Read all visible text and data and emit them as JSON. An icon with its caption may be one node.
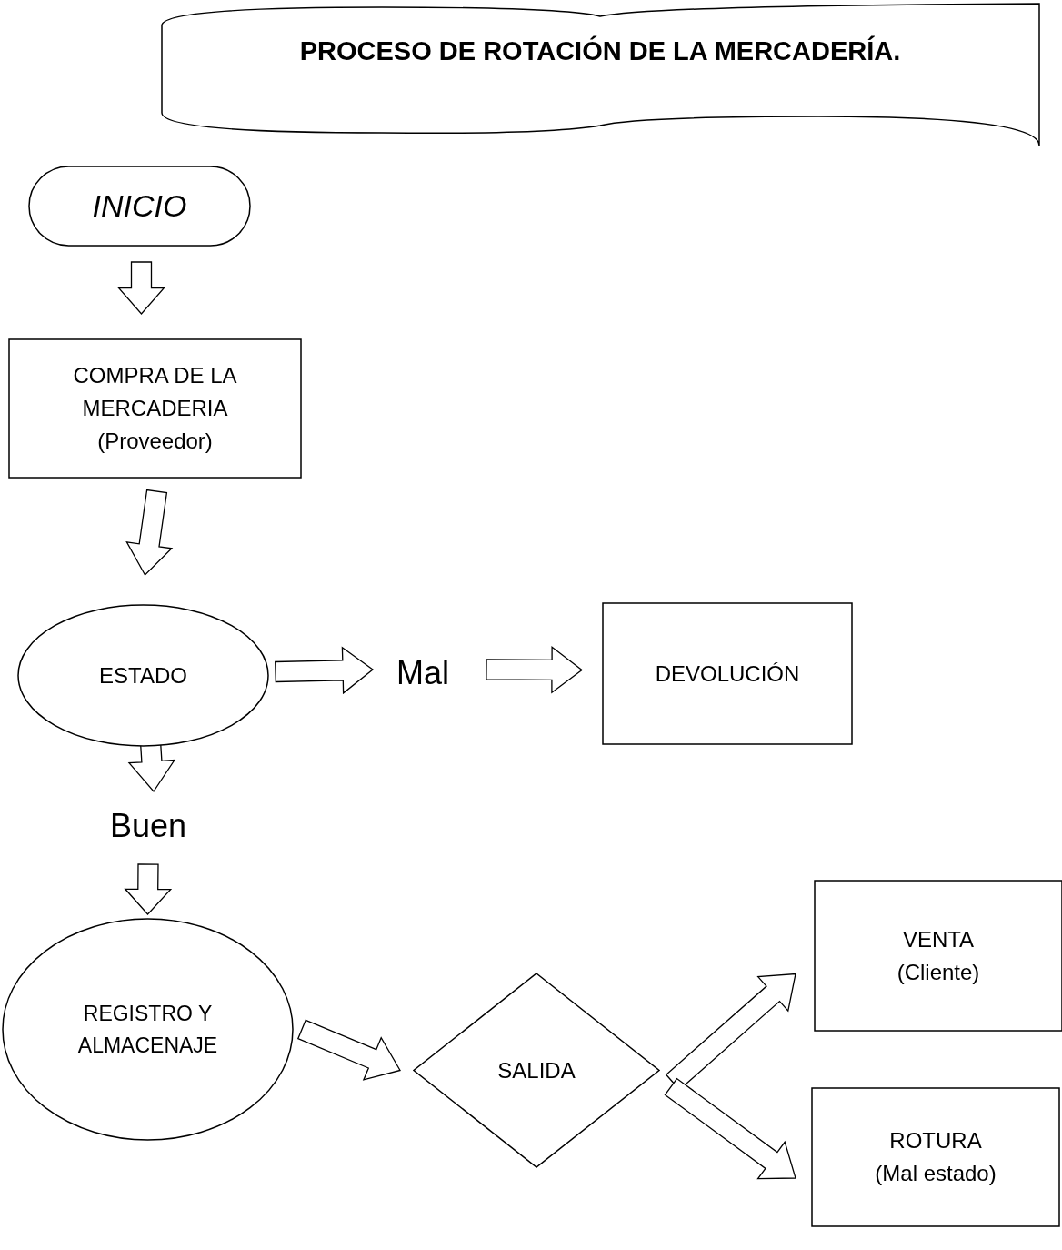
{
  "diagram": {
    "title": "PROCESO DE ROTACIÓN DE LA MERCADERÍA.",
    "nodes": [
      {
        "text": [
          "INICIO"
        ]
      },
      {
        "text": [
          "COMPRA DE LA MERCADERIA",
          "(Proveedor)"
        ]
      },
      {
        "text": [
          "ESTADO"
        ]
      },
      {
        "text": [
          "Mal"
        ]
      },
      {
        "text": [
          "DEVOLUCIÓN"
        ]
      },
      {
        "text": [
          "Buen"
        ]
      },
      {
        "text": [
          "REGISTRO Y ALMACENAJE"
        ]
      },
      {
        "text": [
          "SALIDA"
        ]
      },
      {
        "text": [
          "VENTA",
          "(Cliente)"
        ]
      },
      {
        "text": [
          "ROTURA",
          "(Mal estado)"
        ]
      }
    ],
    "edges": [
      {
        "from": 0,
        "to": 1,
        "arrow": "to"
      },
      {
        "from": 1,
        "to": 2,
        "arrow": "to"
      },
      {
        "from": 2,
        "to": 3,
        "arrow": "to"
      },
      {
        "from": 3,
        "to": 4,
        "arrow": "to"
      },
      {
        "from": 2,
        "to": 5,
        "arrow": "to"
      },
      {
        "from": 5,
        "to": 6,
        "arrow": "to"
      },
      {
        "from": 6,
        "to": 7,
        "arrow": "to"
      },
      {
        "from": 7,
        "to": 8,
        "arrow": "to"
      },
      {
        "from": 7,
        "to": 9,
        "arrow": "to"
      }
    ]
  }
}
